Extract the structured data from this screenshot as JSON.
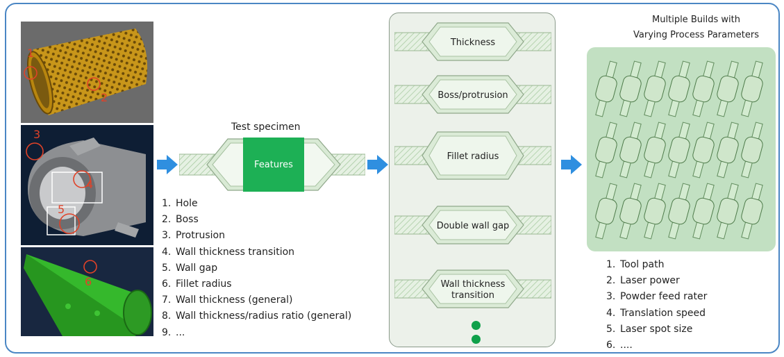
{
  "specimen": {
    "title": "Test specimen",
    "center_label": "Features"
  },
  "feature_list": [
    {
      "num": "1.",
      "label": "Hole"
    },
    {
      "num": "2.",
      "label": "Boss"
    },
    {
      "num": "3.",
      "label": "Protrusion"
    },
    {
      "num": "4.",
      "label": "Wall thickness  transition"
    },
    {
      "num": "5.",
      "label": "Wall gap"
    },
    {
      "num": "6.",
      "label": "Fillet radius"
    },
    {
      "num": "7.",
      "label": "Wall thickness  (general)"
    },
    {
      "num": "8.",
      "label": "Wall thickness/radius   ratio (general)"
    },
    {
      "num": "9.",
      "label": "..."
    }
  ],
  "feature_panels": [
    {
      "label": "Thickness"
    },
    {
      "label": "Boss/protrusion"
    },
    {
      "label": "Fillet radius"
    },
    {
      "label": "Double wall gap"
    },
    {
      "label_line1": "Wall thickness",
      "label_line2": "transition"
    }
  ],
  "builds": {
    "title_line1": "Multiple  Builds  with",
    "title_line2": "Varying  Process  Parameters"
  },
  "parameter_list": [
    {
      "num": "1.",
      "label": "Tool path"
    },
    {
      "num": "2.",
      "label": "Laser power"
    },
    {
      "num": "3.",
      "label": "Powder  feed rater"
    },
    {
      "num": "4.",
      "label": "Translation  speed"
    },
    {
      "num": "5.",
      "label": "Laser spot size"
    },
    {
      "num": "6.",
      "label": "...."
    }
  ],
  "photo_markers": {
    "m1": "1",
    "m2": "2",
    "m3": "3",
    "m4": "4",
    "m5": "5",
    "m6": "6"
  },
  "colors": {
    "frame": "#4a86c4",
    "arrow": "#2f8fe0",
    "feature_green": "#1db055",
    "hatch": "#c6e2c2",
    "panel_bg": "#ecf1ea",
    "builds_bg": "#c2e0c2",
    "marker_red": "#e04228"
  }
}
